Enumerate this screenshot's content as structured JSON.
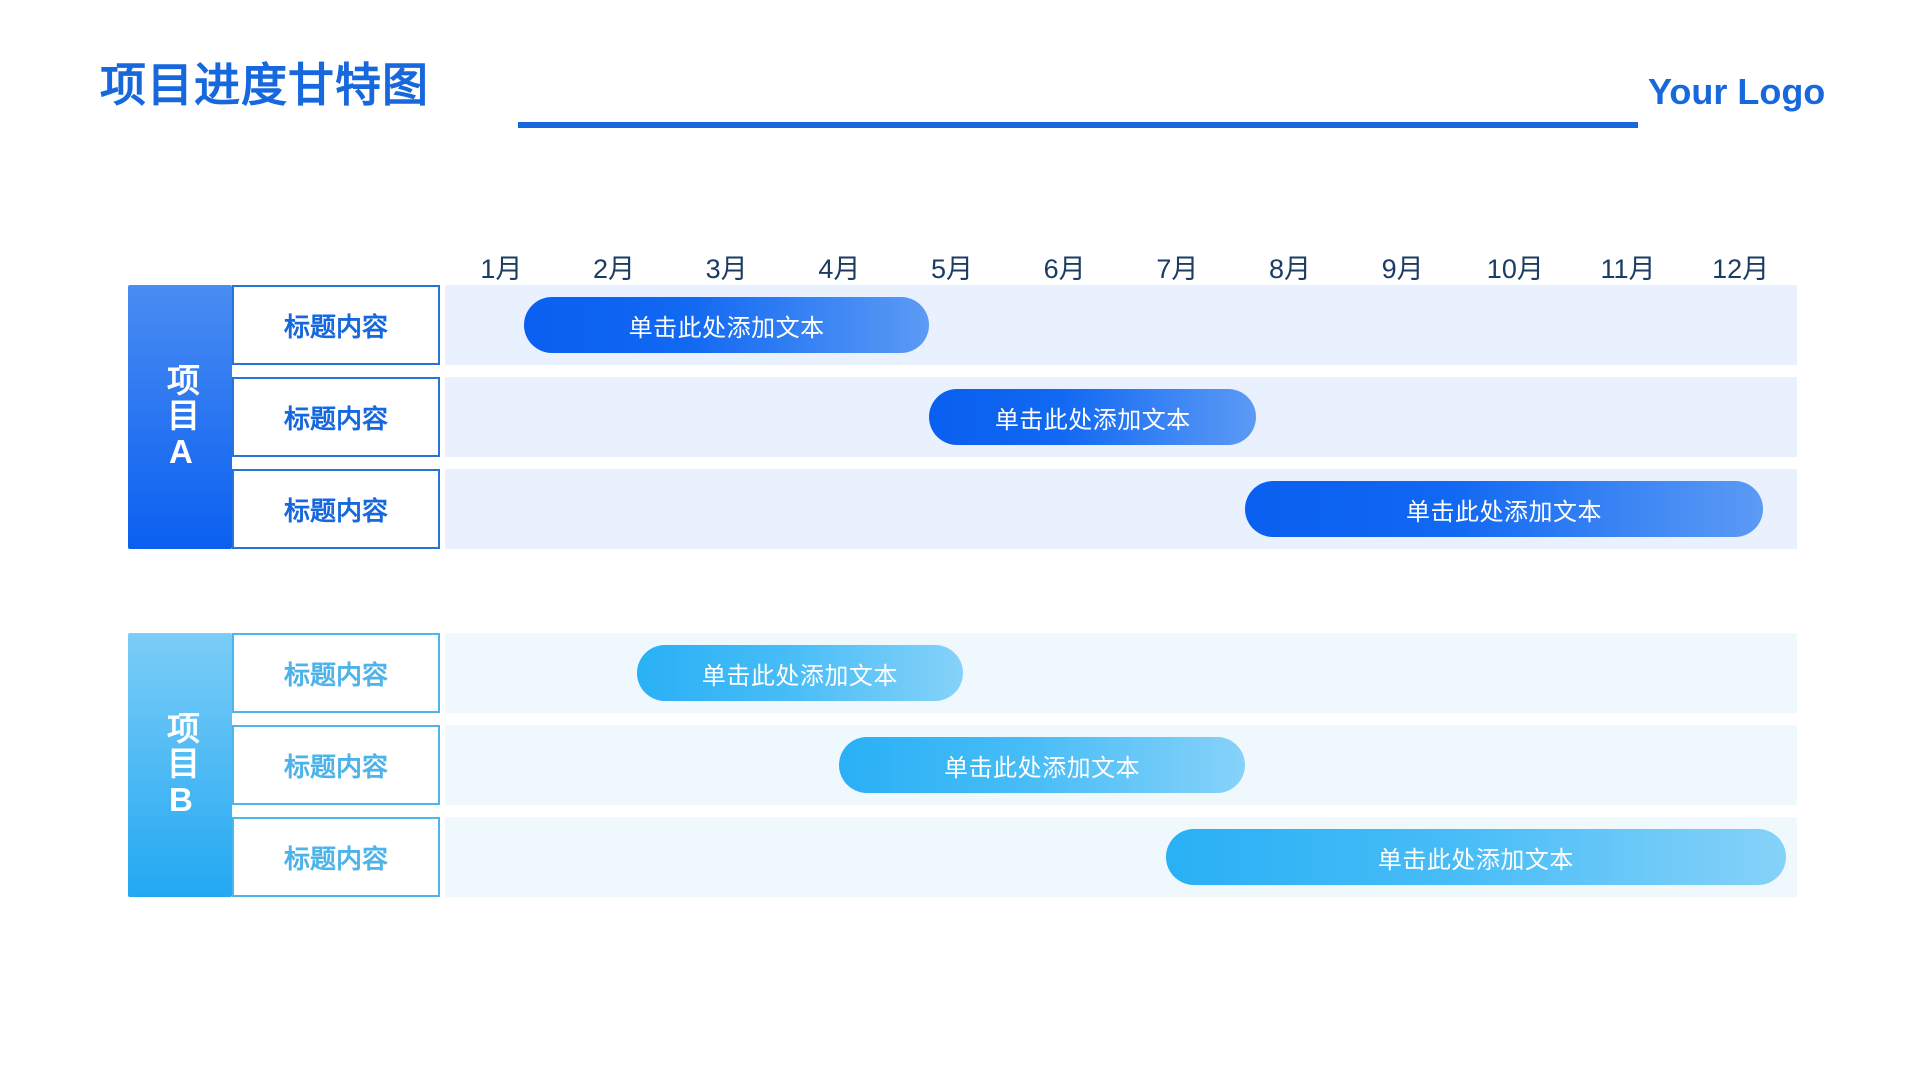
{
  "header": {
    "title": "项目进度甘特图",
    "logo": "Your Logo",
    "title_color": "#1868dd",
    "rule_color": "#1868dd"
  },
  "chart_data": {
    "type": "bar",
    "chart_kind": "gantt",
    "title": "项目进度甘特图",
    "xlabel": "",
    "ylabel": "",
    "axis_months": [
      "1月",
      "2月",
      "3月",
      "4月",
      "5月",
      "6月",
      "7月",
      "8月",
      "9月",
      "10月",
      "11月",
      "12月"
    ],
    "month_count": 12,
    "month_label_color": "#1c3c64",
    "groups": [
      {
        "name": "项目A",
        "band_color_from": "#4a8df2",
        "band_color_to": "#0a5ff0",
        "track_color": "#e9f0fe",
        "bar_color_from": "#0a5ff0",
        "bar_color_to": "#5c9bf5",
        "label_text_color": "#1868dd",
        "label_border_color": "#2574d8",
        "rows": [
          {
            "title": "标题内容",
            "bar_label": "单击此处添加文本",
            "start_month": 0.7,
            "end_month": 4.3
          },
          {
            "title": "标题内容",
            "bar_label": "单击此处添加文本",
            "start_month": 4.3,
            "end_month": 7.2
          },
          {
            "title": "标题内容",
            "bar_label": "单击此处添加文本",
            "start_month": 7.1,
            "end_month": 11.7
          }
        ]
      },
      {
        "name": "项目B",
        "band_color_from": "#7ccdf7",
        "band_color_to": "#22a8f2",
        "track_color": "#eef8fd",
        "bar_color_from": "#29b0f5",
        "bar_color_to": "#86d2f9",
        "label_text_color": "#4db3e8",
        "label_border_color": "#4cb6ea",
        "rows": [
          {
            "title": "标题内容",
            "bar_label": "单击此处添加文本",
            "start_month": 1.7,
            "end_month": 4.6
          },
          {
            "title": "标题内容",
            "bar_label": "单击此处添加文本",
            "start_month": 3.5,
            "end_month": 7.1
          },
          {
            "title": "标题内容",
            "bar_label": "单击此处添加文本",
            "start_month": 6.4,
            "end_month": 11.9
          }
        ]
      }
    ]
  }
}
